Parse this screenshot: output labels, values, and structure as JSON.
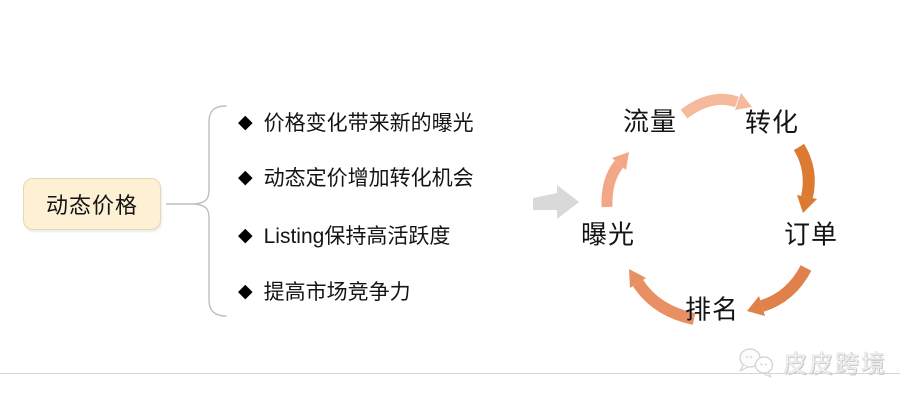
{
  "root": {
    "label": "动态价格"
  },
  "bullets": {
    "marker": "◆",
    "items": [
      {
        "label": "价格变化带来新的曝光"
      },
      {
        "label": "动态定价增加转化机会"
      },
      {
        "label": "Listing保持高活跃度"
      },
      {
        "label": "提高市场竞争力"
      }
    ]
  },
  "cycle": {
    "nodes": [
      {
        "id": "traffic",
        "label": "流量"
      },
      {
        "id": "conversion",
        "label": "转化"
      },
      {
        "id": "order",
        "label": "订单"
      },
      {
        "id": "rank",
        "label": "排名"
      },
      {
        "id": "exposure",
        "label": "曝光"
      }
    ]
  },
  "watermark": {
    "text": "皮皮跨境"
  },
  "colors": {
    "box_bg": "#FDF0D5",
    "box_border": "#E7D8B2",
    "brace": "#BFBFBF",
    "gray_arrow": "#D9D9D9",
    "arrow_traffic_to_conversion": "#F5B99C",
    "arrow_conversion_to_order": "#DD7A31",
    "arrow_order_to_rank": "#E0814B",
    "arrow_rank_to_exposure": "#E89064",
    "arrow_exposure_to_traffic": "#F2A887"
  }
}
